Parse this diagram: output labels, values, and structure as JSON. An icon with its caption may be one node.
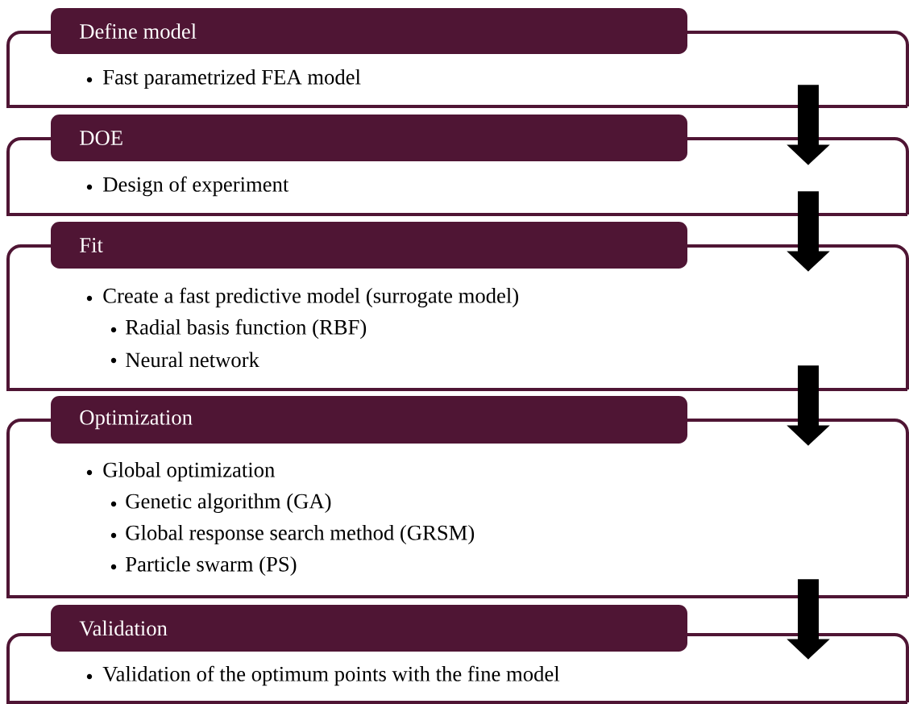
{
  "diagram": {
    "nodes": [
      {
        "text": [
          "Define model",
          "Fast parametrized FEA model"
        ]
      },
      {
        "text": [
          "DOE",
          "Design of experiment"
        ]
      },
      {
        "text": [
          "Fit",
          "Create a fast predictive model (surrogate model)",
          "Radial basis function (RBF)",
          "Neural network"
        ]
      },
      {
        "text": [
          "Optimization",
          "Global optimization",
          "Genetic algorithm (GA)",
          "Global response search method (GRSM)",
          "Particle swarm (PS)"
        ]
      },
      {
        "text": [
          "Validation",
          "Validation of the optimum points with the fine model"
        ]
      }
    ],
    "edges": [
      {
        "from": 0,
        "to": 1,
        "arrow": "to"
      },
      {
        "from": 1,
        "to": 2,
        "arrow": "to"
      },
      {
        "from": 2,
        "to": 3,
        "arrow": "to"
      },
      {
        "from": 3,
        "to": 4,
        "arrow": "to"
      }
    ]
  }
}
